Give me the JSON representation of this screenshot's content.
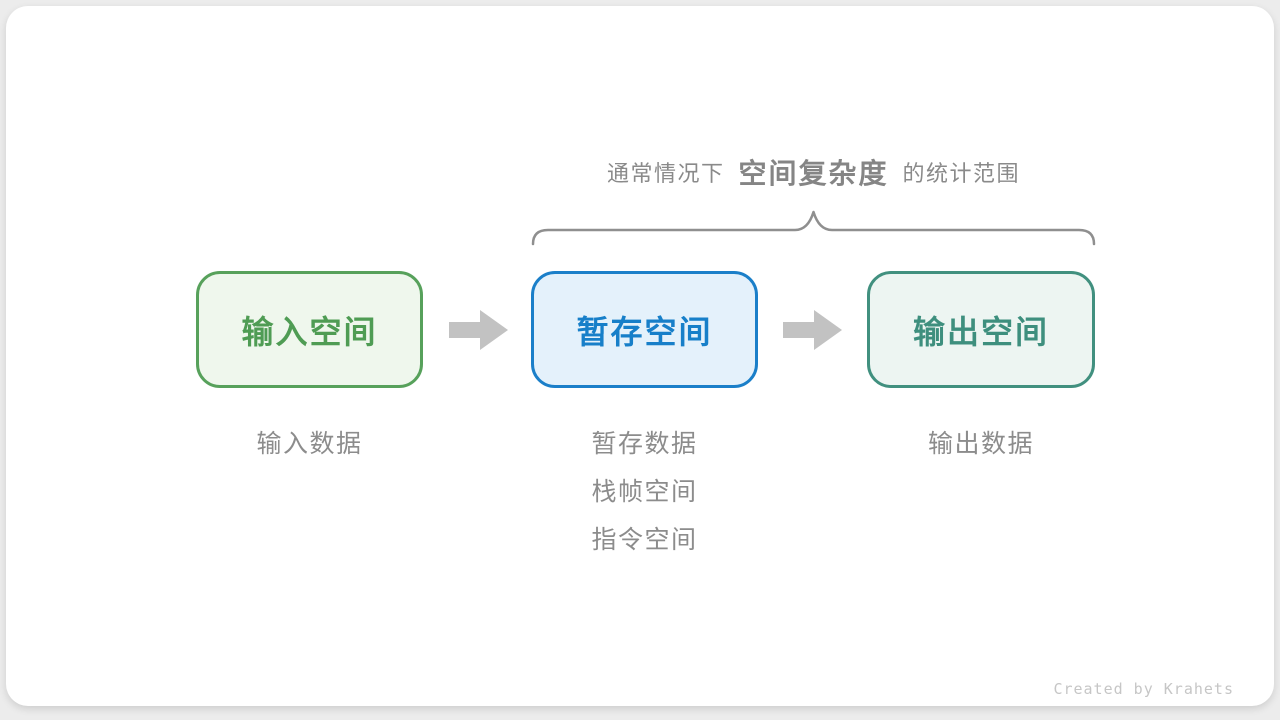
{
  "page": {
    "background_color": "#ececec",
    "card_color": "#ffffff"
  },
  "annotation": {
    "prefix": "通常情况下",
    "highlight": "空间复杂度",
    "suffix": "的统计范围",
    "text_color": "#8a8a8a",
    "brace_color": "#8f8f8f"
  },
  "boxes": [
    {
      "id": "input-space",
      "label": "输入空间",
      "border_color": "#57a15b",
      "background_color": "#eff7ed",
      "text_color": "#4f9c54"
    },
    {
      "id": "temp-space",
      "label": "暂存空间",
      "border_color": "#1b7fc9",
      "background_color": "#e4f1fb",
      "text_color": "#177fc9"
    },
    {
      "id": "output-space",
      "label": "输出空间",
      "border_color": "#41907f",
      "background_color": "#edf5f2",
      "text_color": "#3e8f7e"
    }
  ],
  "arrow_color": "#c2c2c2",
  "captions": [
    {
      "box": "input-space",
      "lines": [
        "输入数据"
      ]
    },
    {
      "box": "temp-space",
      "lines": [
        "暂存数据",
        "栈帧空间",
        "指令空间"
      ]
    },
    {
      "box": "output-space",
      "lines": [
        "输出数据"
      ]
    }
  ],
  "caption_color": "#8c8c8c",
  "credit": {
    "text": "Created by Krahets",
    "color": "#c6c6c6"
  }
}
